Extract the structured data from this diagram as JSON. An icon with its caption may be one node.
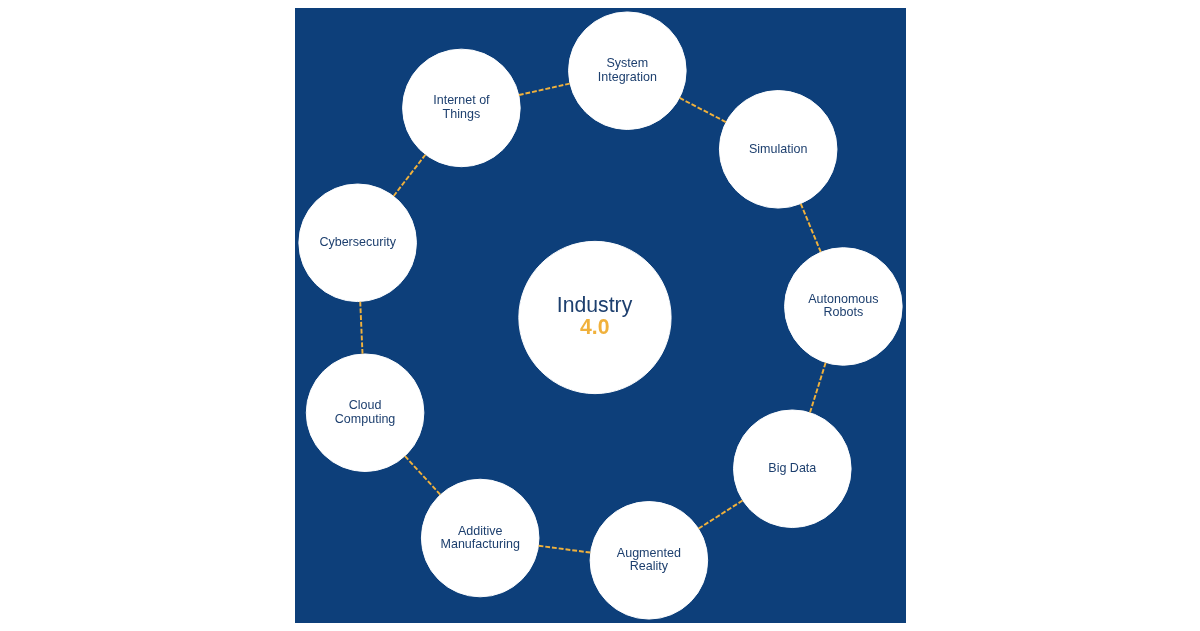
{
  "diagram": {
    "nodes": [
      {
        "text": [
          "Industry",
          "4.0"
        ]
      },
      {
        "text": [
          "Autonomous Robots"
        ]
      },
      {
        "text": [
          "Simulation"
        ]
      },
      {
        "text": [
          "System Integration"
        ]
      },
      {
        "text": [
          "Internet of Things"
        ]
      },
      {
        "text": [
          "Cybersecurity"
        ]
      },
      {
        "text": [
          "Cloud Computing"
        ]
      },
      {
        "text": [
          "Additive Manufacturing"
        ]
      },
      {
        "text": [
          "Augmented Reality"
        ]
      },
      {
        "text": [
          "Big Data"
        ]
      }
    ],
    "edges": [
      {
        "from": 1,
        "to": 2,
        "arrow": "none",
        "style": "dashed"
      },
      {
        "from": 2,
        "to": 3,
        "arrow": "none",
        "style": "dashed"
      },
      {
        "from": 3,
        "to": 4,
        "arrow": "none",
        "style": "dashed"
      },
      {
        "from": 4,
        "to": 5,
        "arrow": "none",
        "style": "dashed"
      },
      {
        "from": 5,
        "to": 6,
        "arrow": "none",
        "style": "dashed"
      },
      {
        "from": 6,
        "to": 7,
        "arrow": "none",
        "style": "dashed"
      },
      {
        "from": 7,
        "to": 8,
        "arrow": "none",
        "style": "dashed"
      },
      {
        "from": 8,
        "to": 9,
        "arrow": "none",
        "style": "dashed"
      },
      {
        "from": 9,
        "to": 1,
        "arrow": "none",
        "style": "dashed"
      }
    ]
  }
}
